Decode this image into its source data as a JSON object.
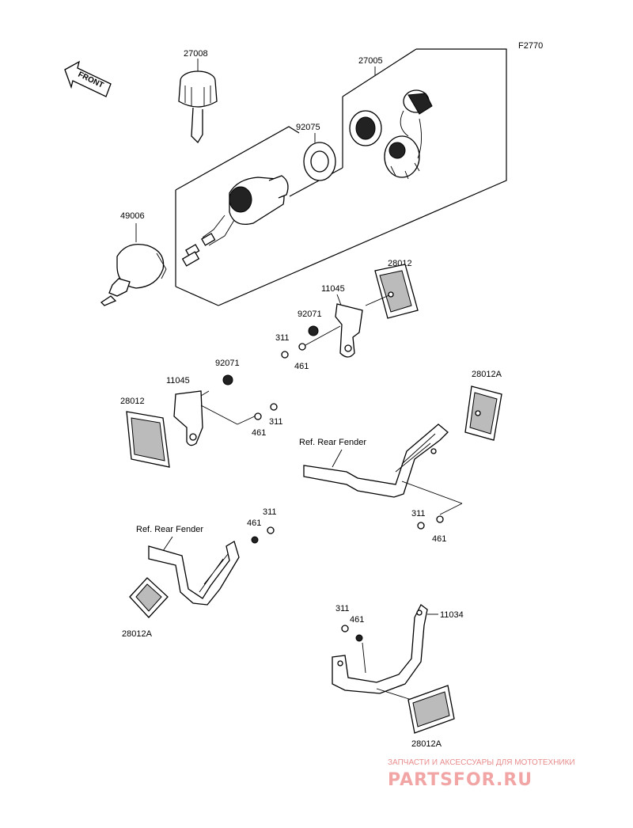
{
  "figure_code": "F2770",
  "direction_label": "FRONT",
  "part_labels": {
    "p27008": "27008",
    "p27005": "27005",
    "p92075": "92075",
    "p49006": "49006",
    "p28012_a": "28012",
    "p11045_a": "11045",
    "p92071_a": "92071",
    "p311_a": "311",
    "p461_a": "461",
    "p92071_b": "92071",
    "p11045_b": "11045",
    "p28012_b": "28012",
    "p461_b": "461",
    "p311_b": "311",
    "p28012A_a": "28012A",
    "ref_fender_a": "Ref. Rear Fender",
    "p311_c": "311",
    "p461_c": "461",
    "p311_d": "311",
    "p461_d": "461",
    "ref_fender_b": "Ref. Rear Fender",
    "p28012A_b": "28012A",
    "p311_e": "311",
    "p461_e": "461",
    "p11034": "11034",
    "p28012A_c": "28012A"
  },
  "watermark": {
    "tagline": "ЗАПЧАСТИ И АКСЕССУАРЫ ДЛЯ МОТОТЕХНИКИ",
    "brand": "PARTSFOR.RU"
  },
  "colors": {
    "line": "#000000",
    "background": "#ffffff",
    "watermark": "#f2a5a5"
  }
}
